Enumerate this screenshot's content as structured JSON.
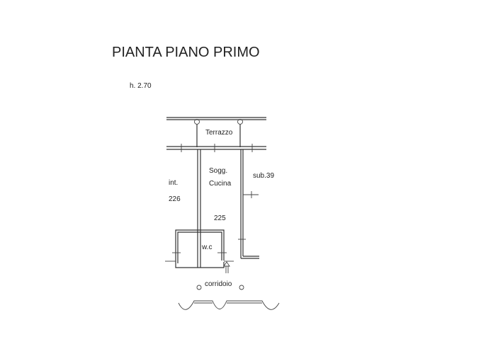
{
  "title": "PIANTA PIANO PRIMO",
  "height_note": "h. 2.70",
  "rooms": {
    "terrazzo": "Terrazzo",
    "sogg": "Sogg.",
    "cucina": "Cucina",
    "sub39": "sub.39",
    "int": "int.",
    "int_number": "226",
    "unit_number": "225",
    "wc": "w.c",
    "corridoio": "corridoio"
  }
}
